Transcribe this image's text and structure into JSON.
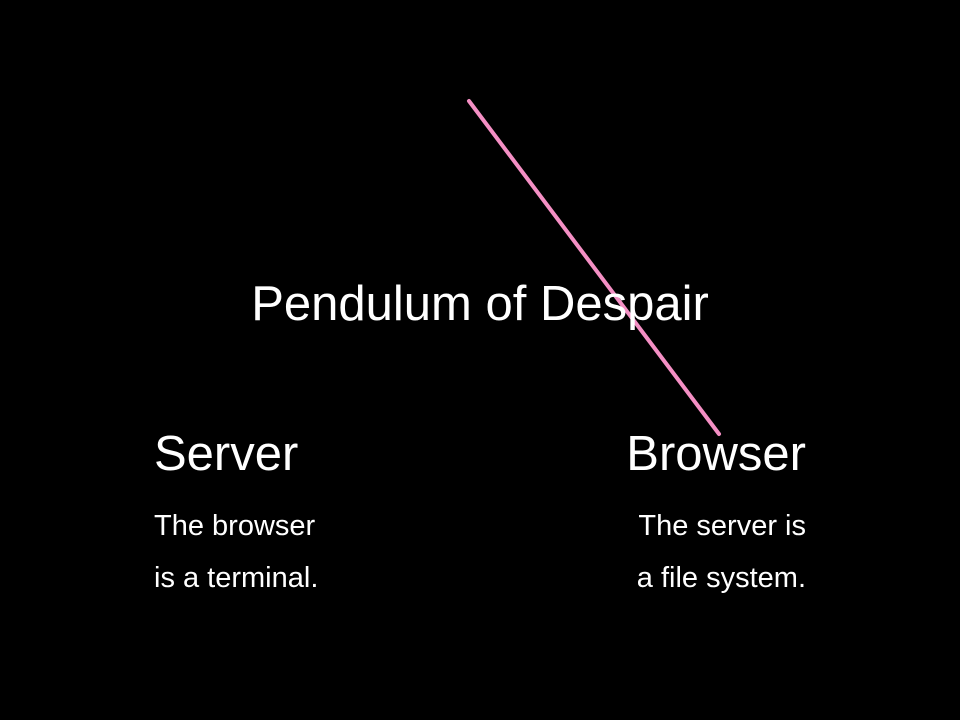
{
  "slide": {
    "title": "Pendulum of Despair",
    "left": {
      "heading": "Server",
      "line1": "The browser",
      "line2": "is a terminal."
    },
    "right": {
      "heading": "Browser",
      "line1": "The server is",
      "line2": "a file system."
    }
  },
  "colors": {
    "background": "#000000",
    "text": "#ffffff",
    "pendulum": "#f48fc4"
  }
}
